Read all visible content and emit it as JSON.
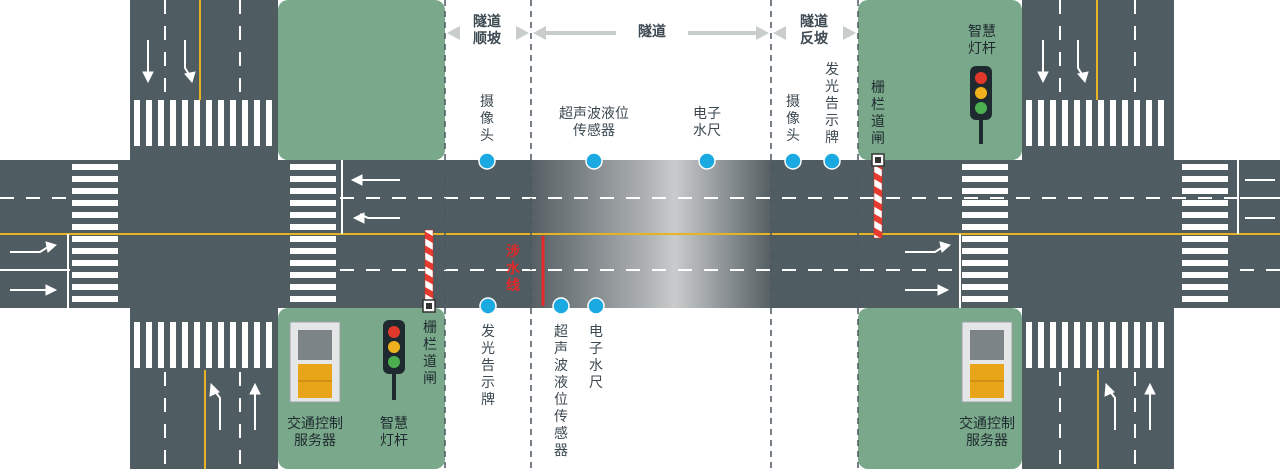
{
  "zones": {
    "down_slope": "隧道顺坡",
    "tunnel": "隧道",
    "up_slope": "隧道反坡"
  },
  "sensors_top": {
    "camera": "摄像头",
    "ultrasonic_level": "超声波液位传感器",
    "water_gauge": "电子水尺",
    "camera_right": "摄像头",
    "sign_right": "发光告示牌"
  },
  "sensors_bottom": {
    "sign": "发光告示牌",
    "ultrasonic_level": "超声波液位传感器",
    "water_gauge": "电子水尺"
  },
  "flood_line": "涉水线",
  "devices": {
    "barrier_left": "栅栏道闸",
    "barrier_right": "栅栏道闸",
    "smart_pole_left": "智慧灯杆",
    "smart_pole_right": "智慧灯杆",
    "server_left": "交通控制服务器",
    "server_right": "交通控制服务器"
  },
  "colors": {
    "road": "#4f5c61",
    "green_area": "#7aa88a",
    "sensor_dot": "#1aa9e0",
    "flood_line": "#e02a2a",
    "center_line": "#e6b422",
    "traffic_red": "#e0382a",
    "traffic_yellow": "#f0b21c",
    "traffic_green": "#4caf50"
  }
}
